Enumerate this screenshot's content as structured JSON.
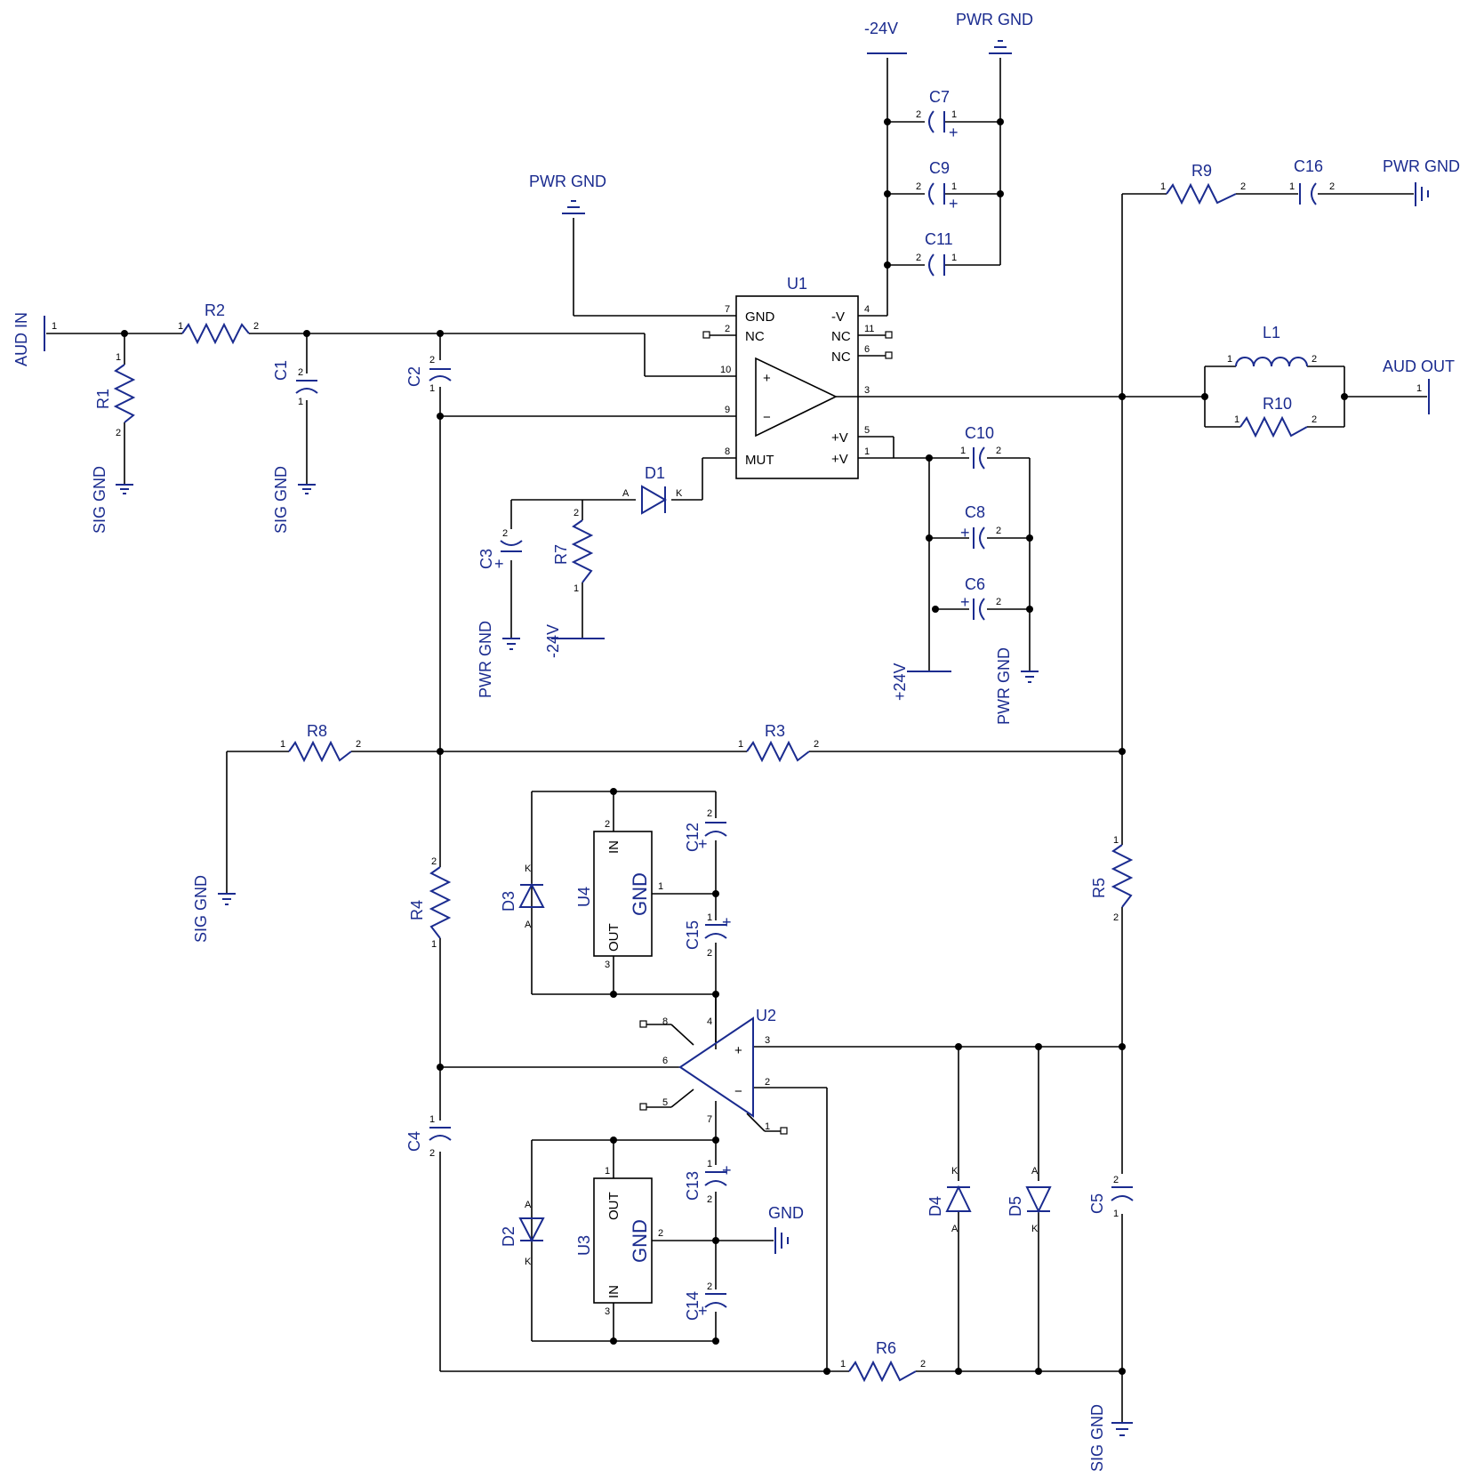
{
  "nets": {
    "aud_in": "AUD IN",
    "aud_out": "AUD OUT",
    "sig_gnd": "SIG GND",
    "pwr_gnd": "PWR GND",
    "neg24": "-24V",
    "pos24": "+24V",
    "gnd": "GND"
  },
  "ref": {
    "R1": "R1",
    "R2": "R2",
    "R3": "R3",
    "R4": "R4",
    "R5": "R5",
    "R6": "R6",
    "R7": "R7",
    "R8": "R8",
    "R9": "R9",
    "R10": "R10",
    "C1": "C1",
    "C2": "C2",
    "C3": "C3",
    "C4": "C4",
    "C5": "C5",
    "C6": "C6",
    "C7": "C7",
    "C8": "C8",
    "C9": "C9",
    "C10": "C10",
    "C11": "C11",
    "C12": "C12",
    "C13": "C13",
    "C14": "C14",
    "C15": "C15",
    "C16": "C16",
    "D1": "D1",
    "D2": "D2",
    "D3": "D3",
    "D4": "D4",
    "D5": "D5",
    "L1": "L1",
    "U1": "U1",
    "U2": "U2",
    "U3": "U3",
    "U4": "U4"
  },
  "u1_pins": {
    "gnd": "GND",
    "nc": "NC",
    "mut": "MUT",
    "negv": "-V",
    "posv": "+V",
    "plus": "+",
    "minus": "−",
    "p7": "7",
    "p2": "2",
    "p10": "10",
    "p9": "9",
    "p8": "8",
    "p4": "4",
    "p11": "11",
    "p6": "6",
    "p3": "3",
    "p5": "5",
    "p1": "1"
  },
  "reg": {
    "in": "IN",
    "out": "OUT",
    "gnd": "GND"
  },
  "pinnum": {
    "1": "1",
    "2": "2",
    "3": "3",
    "4": "4",
    "5": "5",
    "6": "6",
    "7": "7",
    "8": "8"
  },
  "diode": {
    "a": "A",
    "k": "K"
  },
  "polarity": "+"
}
